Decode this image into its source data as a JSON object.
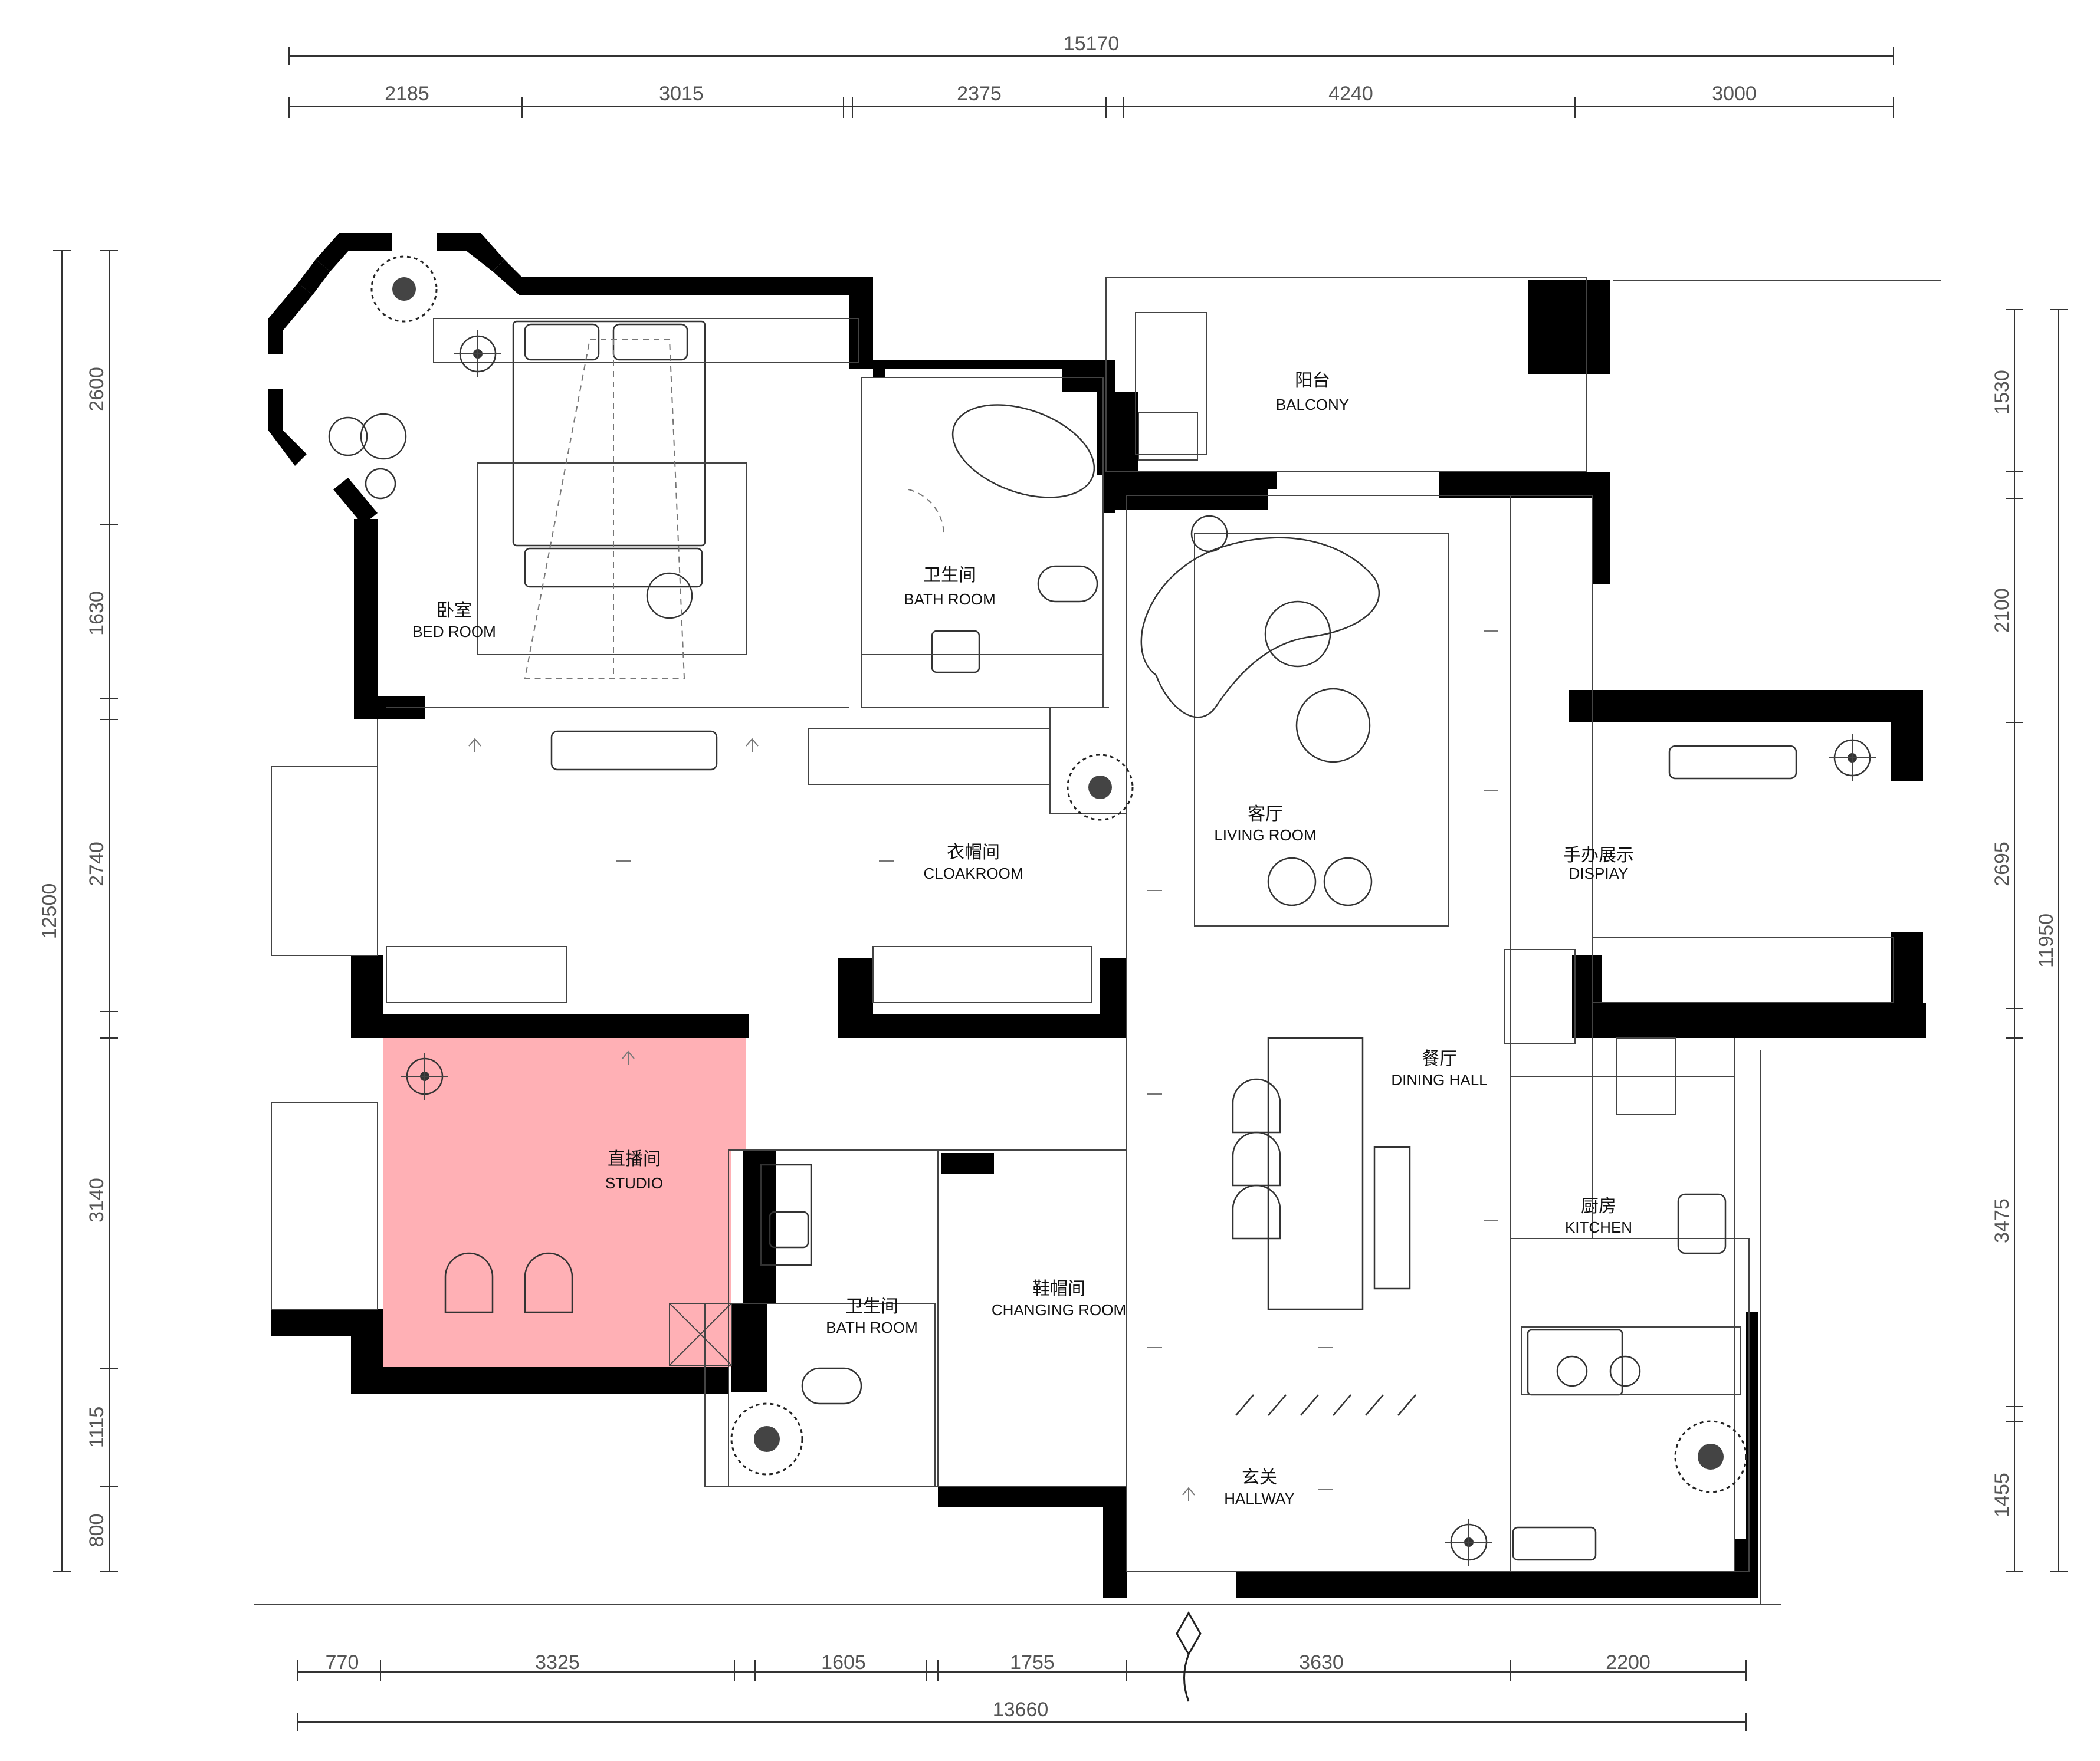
{
  "colors": {
    "wall": "#000000",
    "studio_highlight": "#ffb0b5",
    "line": "#333333"
  },
  "dimensions": {
    "top_total": "15170",
    "top_segments": [
      "2185",
      "3015",
      "2375",
      "4240",
      "3000"
    ],
    "bottom_segments": [
      "770",
      "3325",
      "1605",
      "1755",
      "3630",
      "2200"
    ],
    "bottom_total": "13660",
    "left_total": "12500",
    "left_segments": [
      "2600",
      "1630",
      "2740",
      "3140",
      "1115",
      "800"
    ],
    "right_total": "11950",
    "right_segments": [
      "1530",
      "2100",
      "2695",
      "3475",
      "1455"
    ]
  },
  "rooms": [
    {
      "cn": "卧室",
      "en": "BED ROOM"
    },
    {
      "cn": "卫生间",
      "en": "BATH ROOM"
    },
    {
      "cn": "阳台",
      "en": "BALCONY"
    },
    {
      "cn": "客厅",
      "en": "LIVING ROOM"
    },
    {
      "cn": "衣帽间",
      "en": "CLOAKROOM"
    },
    {
      "cn": "手办展示",
      "en": "DISPIAY"
    },
    {
      "cn": "直播间",
      "en": "STUDIO"
    },
    {
      "cn": "卫生间",
      "en": "BATH ROOM"
    },
    {
      "cn": "鞋帽间",
      "en": "CHANGING ROOM"
    },
    {
      "cn": "餐厅",
      "en": "DINING HALL"
    },
    {
      "cn": "厨房",
      "en": "KITCHEN"
    },
    {
      "cn": "玄关",
      "en": "HALLWAY"
    }
  ],
  "icons": [
    "plant-icon",
    "ceiling-light-icon",
    "entrance-marker-icon",
    "stove-icon",
    "direction-arrow-icon"
  ]
}
